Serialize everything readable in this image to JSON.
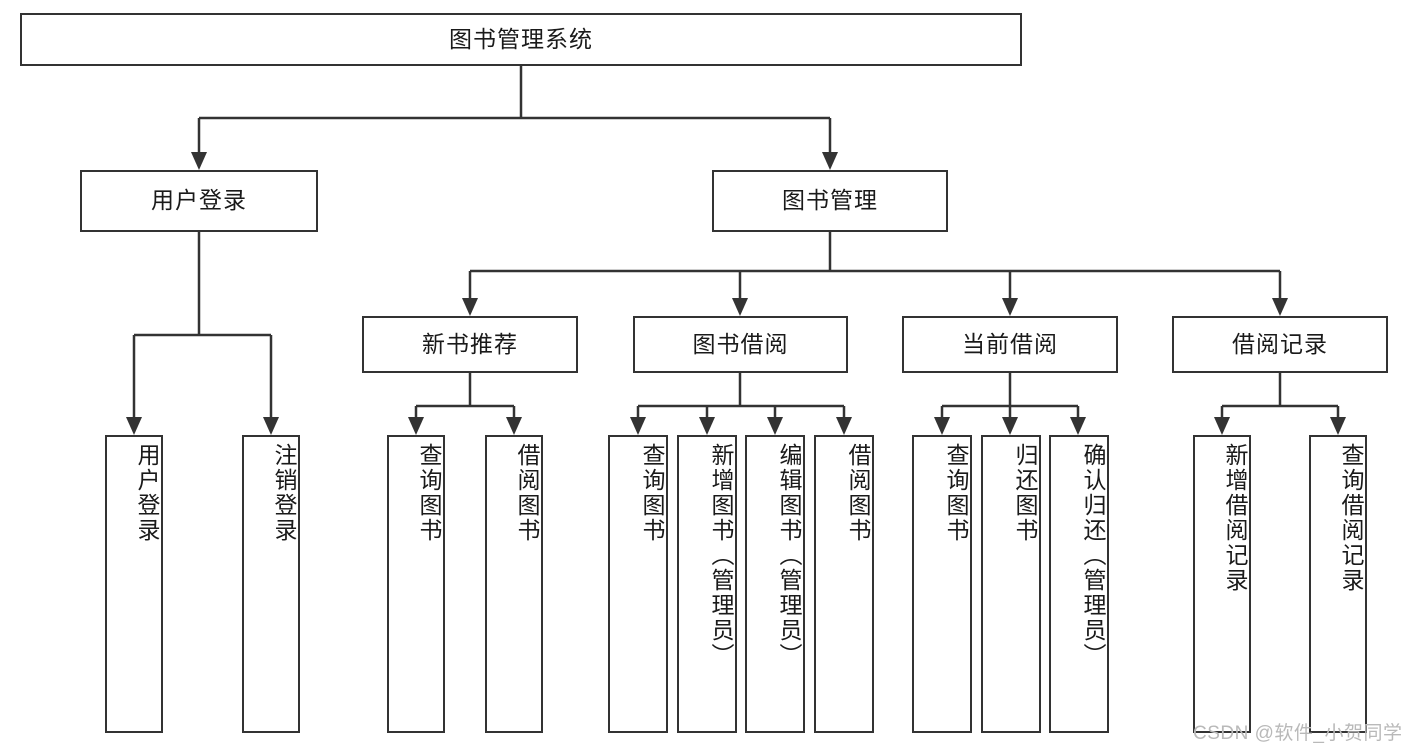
{
  "diagram": {
    "title": "图书管理系统",
    "root": {
      "label": "图书管理系统"
    },
    "level1": [
      {
        "label": "用户登录"
      },
      {
        "label": "图书管理"
      }
    ],
    "level2": [
      {
        "label": "新书推荐"
      },
      {
        "label": "图书借阅"
      },
      {
        "label": "当前借阅"
      },
      {
        "label": "借阅记录"
      }
    ],
    "leaves": {
      "user_login": [
        {
          "label": "用户登录"
        },
        {
          "label": "注销登录"
        }
      ],
      "new_book_recommend": [
        {
          "label": "查询图书"
        },
        {
          "label": "借阅图书"
        }
      ],
      "book_borrow": [
        {
          "label": "查询图书"
        },
        {
          "label": "新增图书（管理员）"
        },
        {
          "label": "编辑图书（管理员）"
        },
        {
          "label": "借阅图书"
        }
      ],
      "current_borrow": [
        {
          "label": "查询图书"
        },
        {
          "label": "归还图书"
        },
        {
          "label": "确认归还（管理员）"
        }
      ],
      "borrow_record": [
        {
          "label": "新增借阅记录"
        },
        {
          "label": "查询借阅记录"
        }
      ]
    }
  },
  "watermark": {
    "text": "CSDN @软件_小贺同学"
  },
  "colors": {
    "stroke": "#333333",
    "text": "#1a1a1a",
    "background": "#ffffff",
    "watermark": "#b9b9b9"
  }
}
